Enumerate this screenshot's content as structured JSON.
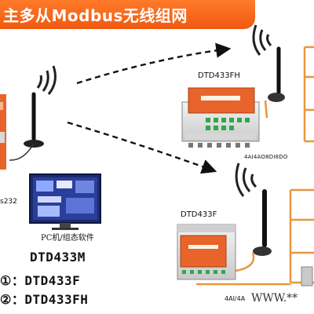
{
  "banner": {
    "title": "主多从Modbus无线组网"
  },
  "devices": {
    "slave_fh": {
      "name": "DTD433FH",
      "model": "4AI4AO8DI8DO"
    },
    "slave_f": {
      "name": "DTD433F",
      "model": "4AI/4A"
    },
    "rs232_label": "s232",
    "pc_label": "PC机/组态软件"
  },
  "legend": {
    "master": "DTD433M",
    "slave1_prefix": "①：",
    "slave1": "DTD433F",
    "slave2_prefix": "②：",
    "slave2": "DTD433FH"
  },
  "watermark": "WWW.**",
  "colors": {
    "banner": "#f26a1b",
    "device_orange": "#e8642a",
    "wire": "#e8963c",
    "signal": "#222222"
  },
  "icons": [
    "antenna-icon",
    "signal-waves-icon",
    "dashed-arrow-icon"
  ]
}
